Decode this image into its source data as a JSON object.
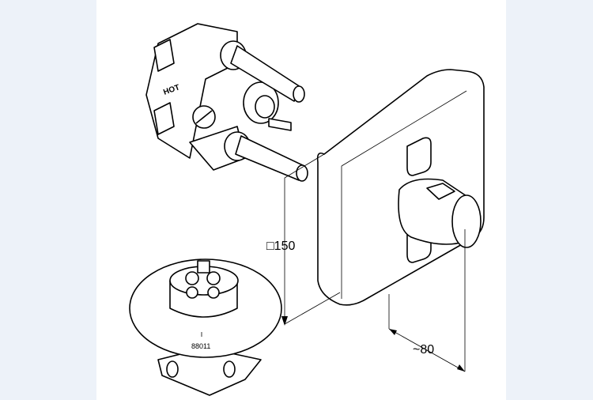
{
  "drawing": {
    "valve_label": "HOT",
    "dimension_height": "□150",
    "dimension_depth": "~80",
    "part_number": "88011"
  },
  "colors": {
    "background_margin": "#edf2f9",
    "paper": "#ffffff",
    "line": "#000000"
  }
}
